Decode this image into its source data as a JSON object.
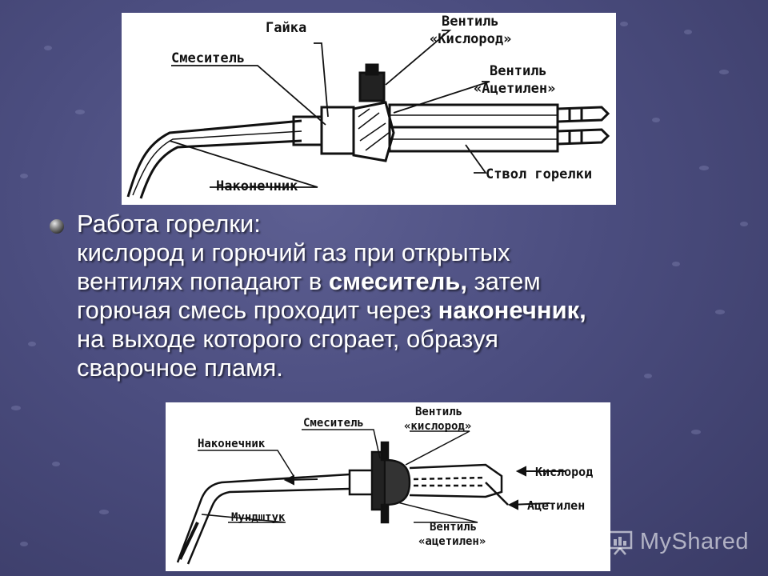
{
  "diagram_top": {
    "labels": {
      "nut": "Гайка",
      "valve_oxygen_1": "Вентиль",
      "valve_oxygen_2": "«Кислород»",
      "mixer": "Смеситель",
      "valve_acetylene_1": "Вентиль",
      "valve_acetylene_2": "«Ацетилен»",
      "tip": "Наконечник",
      "barrel": "Ствол горелки"
    }
  },
  "text": {
    "title": "Работа горелки:",
    "line1": "кислород и горючий газ при открытых",
    "line2_a": "вентилях попадают в ",
    "line2_b": "смеситель,",
    "line2_c": " затем",
    "line3_a": "горючая смесь проходит через ",
    "line3_b": "наконечник,",
    "line4": "на выходе которого сгорает, образуя",
    "line5": "сварочное пламя."
  },
  "diagram_bottom": {
    "labels": {
      "mixer": "Смеситель",
      "valve_oxygen_1": "Вентиль",
      "valve_oxygen_2": "«кислород»",
      "tip": "Наконечник",
      "oxygen": "Кислород",
      "acetylene": "Ацетилен",
      "mouthpiece": "Мундштук",
      "valve_acetylene_1": "Вентиль",
      "valve_acetylene_2": "«ацетилен»"
    }
  },
  "watermark": {
    "text": "MyShared",
    "icon": "presentation-board-icon"
  }
}
